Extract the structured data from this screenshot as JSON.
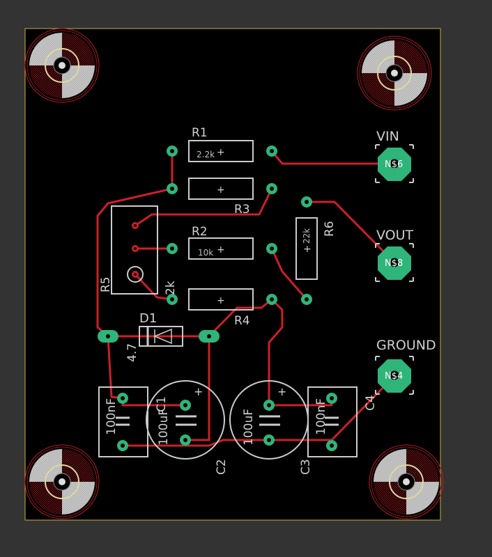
{
  "colors": {
    "background": "#333333",
    "board": "#000000",
    "outline": "#c8b040",
    "silkscreen": "#cccccc",
    "trace": "#cc1f2a",
    "pad": "#2fb57a",
    "hole_ring": "#b81c24"
  },
  "components": {
    "R1": {
      "ref": "R1",
      "value": "2.2k"
    },
    "R2": {
      "ref": "R2",
      "value": "10k"
    },
    "R3": {
      "ref": "R3"
    },
    "R4": {
      "ref": "R4"
    },
    "R5": {
      "ref": "R5",
      "value": "2k"
    },
    "R6": {
      "ref": "R6",
      "value": "22k"
    },
    "D1": {
      "ref": "D1",
      "value": "4.7"
    },
    "C1": {
      "ref": "C1",
      "value": "100nF"
    },
    "C2": {
      "ref": "C2",
      "value": "100uF"
    },
    "C3": {
      "ref": "C3",
      "value": "100uF"
    },
    "C4": {
      "ref": "C4",
      "value": "100nF"
    }
  },
  "connectors": {
    "vin": {
      "label": "VIN",
      "pad": "N$6"
    },
    "vout": {
      "label": "VOUT",
      "pad": "N$8"
    },
    "ground": {
      "label": "GROUND",
      "pad": "N$4"
    }
  },
  "symbols": {
    "plus": "+"
  }
}
